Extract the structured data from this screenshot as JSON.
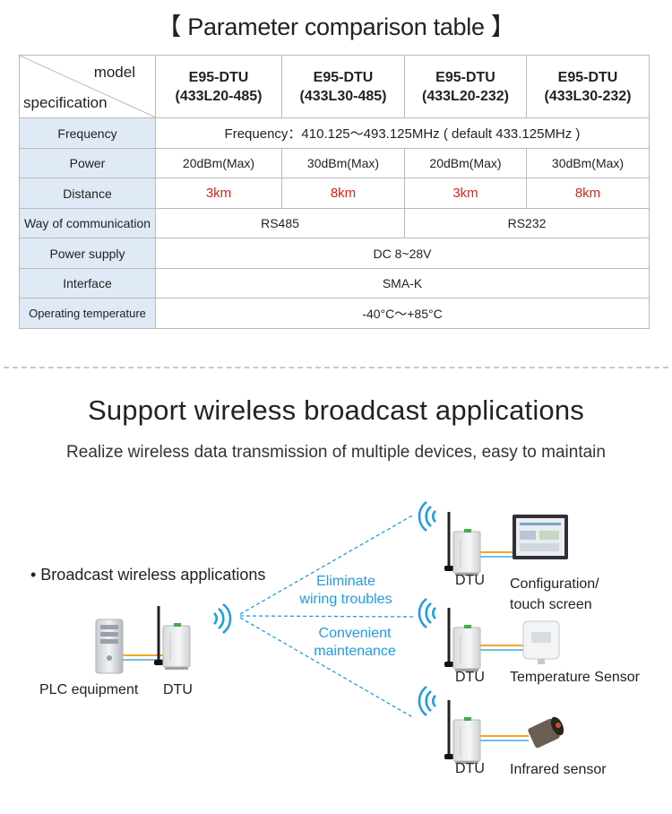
{
  "title": "【 Parameter comparison table 】",
  "table": {
    "corner_model": "model",
    "corner_spec": "specification",
    "models": [
      {
        "line1": "E95-DTU",
        "line2": "(433L20-485)"
      },
      {
        "line1": "E95-DTU",
        "line2": "(433L30-485)"
      },
      {
        "line1": "E95-DTU",
        "line2": "(433L20-232)"
      },
      {
        "line1": "E95-DTU",
        "line2": "(433L30-232)"
      }
    ],
    "rows": {
      "frequency": {
        "label": "Frequency",
        "value": "Frequency：410.125～493.125MHz ( default 433.125MHz )"
      },
      "power": {
        "label": "Power",
        "values": [
          "20dBm(Max)",
          "30dBm(Max)",
          "20dBm(Max)",
          "30dBm(Max)"
        ]
      },
      "distance": {
        "label": "Distance",
        "values": [
          "3km",
          "8km",
          "3km",
          "8km"
        ]
      },
      "communication": {
        "label": "Way of communication",
        "values": [
          "RS485",
          "RS232"
        ]
      },
      "power_supply": {
        "label": "Power supply",
        "value": "DC 8~28V"
      },
      "interface": {
        "label": "Interface",
        "value": "SMA-K"
      },
      "temperature": {
        "label": "Operating temperature",
        "value": "-40°C～+85°C"
      }
    }
  },
  "section": {
    "heading": "Support wireless broadcast applications",
    "subheading": "Realize wireless data transmission of multiple devices, easy to maintain",
    "bullet": "• Broadcast wireless applications",
    "plc_label": "PLC equipment",
    "dtu_label": "DTU",
    "benefit1_line1": "Eliminate",
    "benefit1_line2": "wiring troubles",
    "benefit2_line1": "Convenient",
    "benefit2_line2": "maintenance",
    "targets": [
      {
        "dtu": "DTU",
        "device_line1": "Configuration/",
        "device_line2": "touch screen"
      },
      {
        "dtu": "DTU",
        "device_line1": "Temperature Sensor"
      },
      {
        "dtu": "DTU",
        "device_line1": "Infrared sensor"
      }
    ],
    "accent_color": "#1f9ce8",
    "red_color": "#e0251b"
  }
}
